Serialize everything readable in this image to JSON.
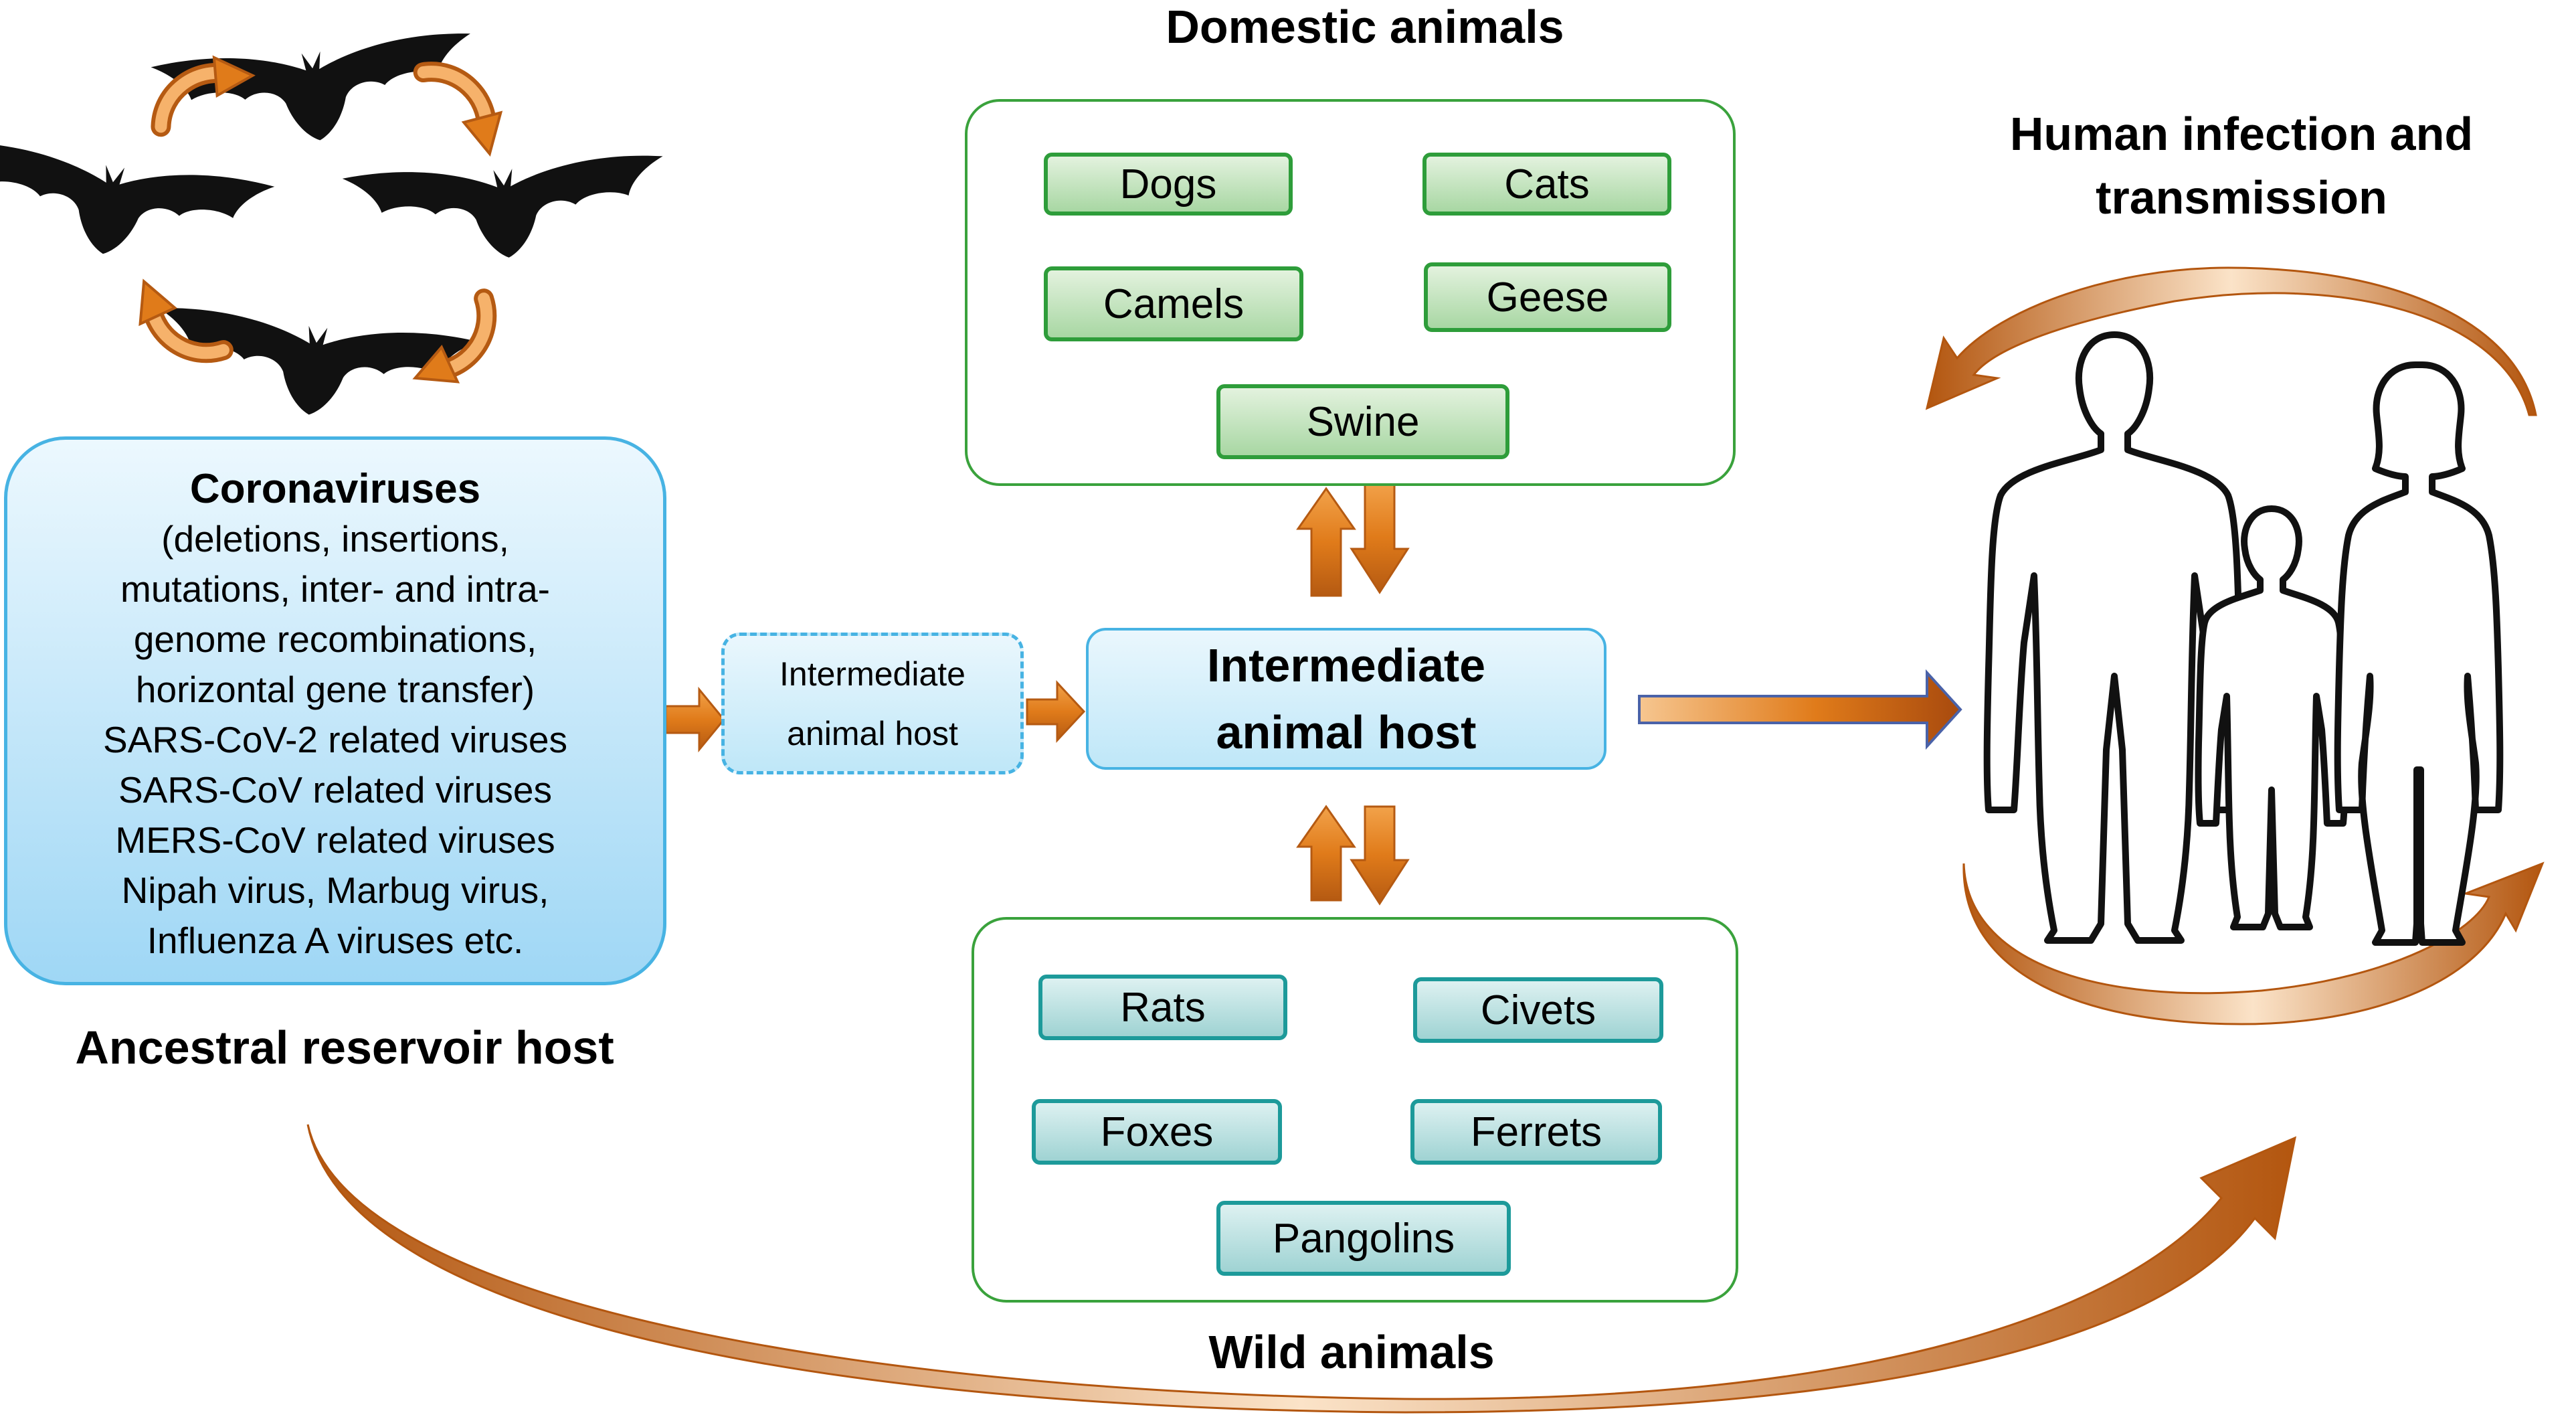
{
  "headings": {
    "domestic": "Domestic animals",
    "wild": "Wild animals",
    "human_line1": "Human infection and",
    "human_line2": "transmission",
    "ancestral": "Ancestral reservoir host"
  },
  "coronaviruses": {
    "title": "Coronaviruses",
    "lines": [
      "(deletions, insertions,",
      "mutations, inter- and intra-",
      "genome recombinations,",
      "horizontal gene transfer)",
      "SARS-CoV-2 related viruses",
      "SARS-CoV related viruses",
      "MERS-CoV related viruses",
      "Nipah virus, Marbug virus,",
      "Influenza A viruses etc."
    ]
  },
  "intermediate_small": {
    "line1": "Intermediate",
    "line2": "animal host"
  },
  "intermediate_main": {
    "line1": "Intermediate",
    "line2": "animal host"
  },
  "domestic_animals": [
    "Dogs",
    "Cats",
    "Camels",
    "Geese",
    "Swine"
  ],
  "wild_animals": [
    "Rats",
    "Civets",
    "Foxes",
    "Ferrets",
    "Pangolins"
  ],
  "icons": [
    "bat-icon",
    "cycle-arrow-icon",
    "human-silhouette-icon",
    "arrow-right-icon",
    "arrow-up-down-icon"
  ],
  "colors": {
    "arrow_orange": "#e07b1a",
    "arrow_dark": "#a84a0e",
    "domestic_green": "#2e9d3a",
    "wild_teal": "#1d9a9a",
    "host_blue": "#47b3e3"
  }
}
